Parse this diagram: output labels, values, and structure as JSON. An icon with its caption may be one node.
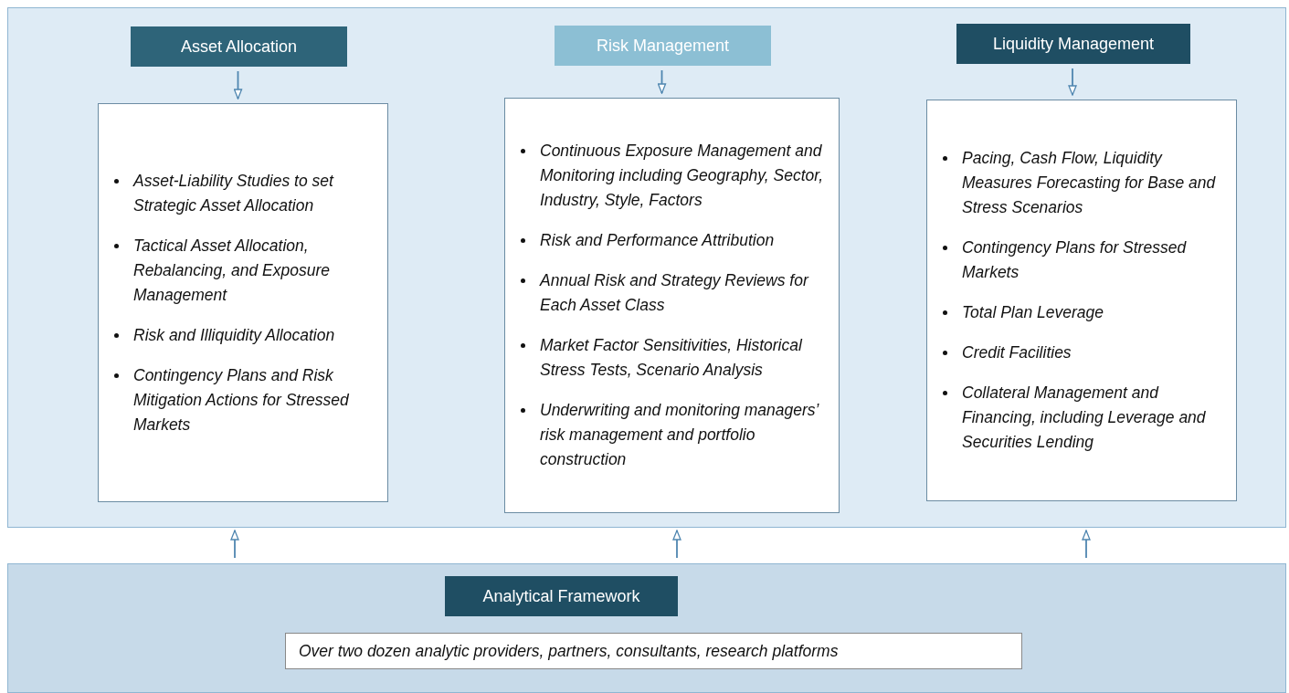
{
  "diagram": {
    "nodes": [
      {
        "text": [],
        "shape": "box"
      },
      {
        "text": [
          "Asset Allocation"
        ],
        "in": 0
      },
      {
        "text": [
          "Asset-Liability Studies to set Strategic Asset Allocation",
          "Tactical Asset Allocation, Rebalancing, and Exposure Management",
          "Risk and Illiquidity Allocation",
          "Contingency Plans and Risk Mitigation Actions for Stressed Markets"
        ],
        "in": 0
      },
      {
        "text": [
          "Risk  Management"
        ],
        "in": 0
      },
      {
        "text": [
          "Continuous Exposure Management and Monitoring including Geography, Sector, Industry, Style, Factors",
          "Risk and Performance Attribution",
          "Annual Risk and Strategy Reviews for Each Asset Class",
          "Market Factor Sensitivities, Historical Stress Tests, Scenario Analysis",
          "Underwriting and monitoring managers’ risk management and portfolio construction"
        ],
        "in": 0
      },
      {
        "text": [
          "Liquidity Management"
        ],
        "in": 0
      },
      {
        "text": [
          "Pacing, Cash Flow, Liquidity Measures Forecasting for Base and Stress Scenarios",
          "Contingency Plans for Stressed Markets",
          "Total Plan Leverage",
          "Credit Facilities",
          "Collateral Management and Financing, including Leverage and Securities Lending"
        ],
        "in": 0
      },
      {
        "text": [],
        "shape": "box"
      },
      {
        "text": [
          "Analytical Framework"
        ],
        "in": 7
      },
      {
        "text": [
          "Over two dozen analytic providers, partners, consultants, research platforms"
        ],
        "in": 7
      }
    ],
    "edges": [
      {
        "from": 1,
        "to": 2,
        "arrow": "to"
      },
      {
        "from": 3,
        "to": 4,
        "arrow": "to"
      },
      {
        "from": 5,
        "to": 6,
        "arrow": "to"
      },
      {
        "from": 7,
        "to": 0,
        "arrow": "to"
      },
      {
        "from": 7,
        "to": 0,
        "arrow": "to"
      },
      {
        "from": 7,
        "to": 0,
        "arrow": "to"
      }
    ]
  }
}
